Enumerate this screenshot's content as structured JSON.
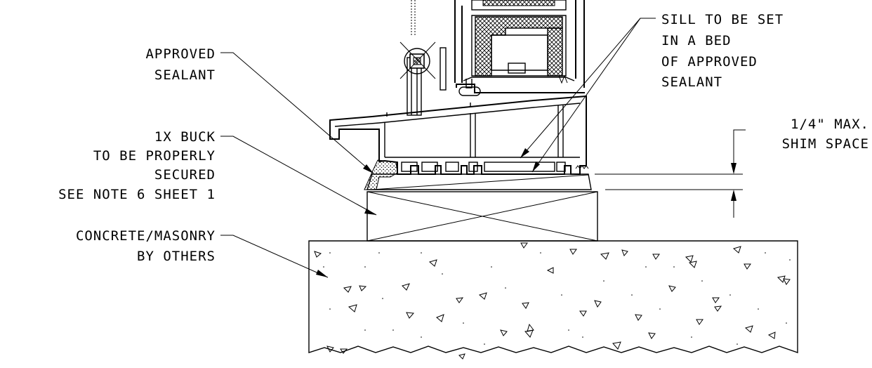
{
  "labels": {
    "sealant": [
      "APPROVED",
      "SEALANT"
    ],
    "buck": [
      "1X BUCK",
      "TO BE PROPERLY",
      "SECURED",
      "SEE NOTE 6 SHEET 1"
    ],
    "concrete": [
      "CONCRETE/MASONRY",
      "BY OTHERS"
    ],
    "sill": [
      "SILL TO BE SET",
      "IN A BED",
      "OF APPROVED",
      "SEALANT"
    ],
    "shim": [
      "1/4\" MAX.",
      "SHIM SPACE"
    ]
  }
}
